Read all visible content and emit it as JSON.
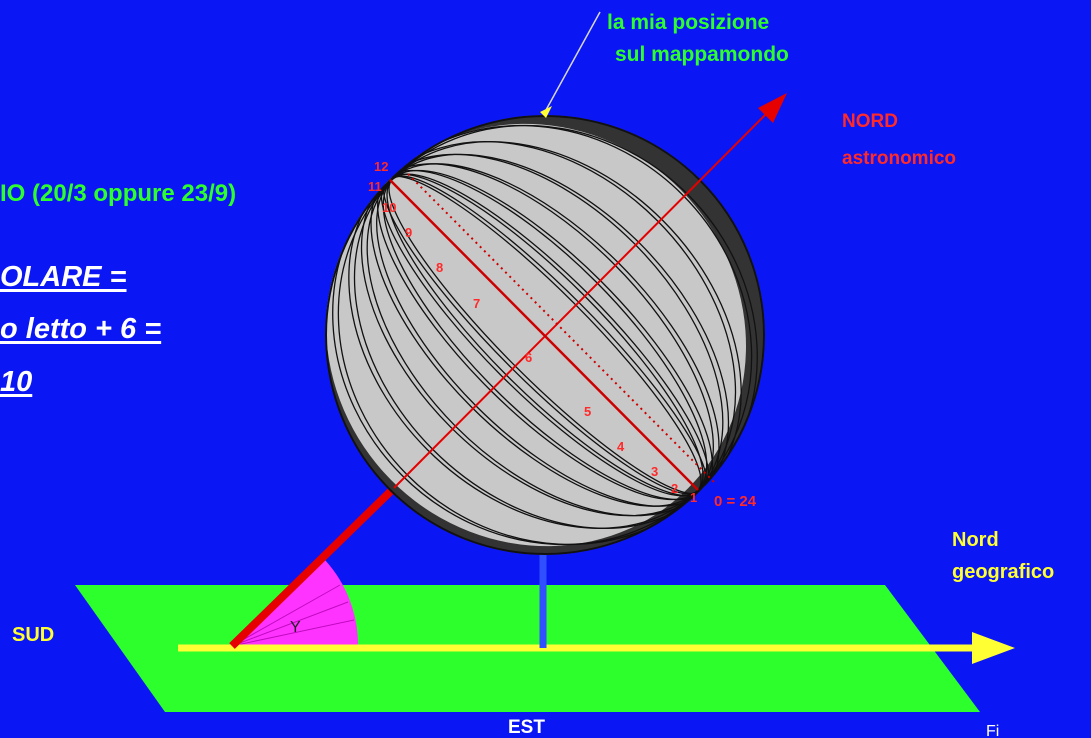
{
  "labels": {
    "my_position": [
      "la mia posizione",
      "sul mappamondo"
    ],
    "nord_astro": [
      "NORD",
      "astronomico"
    ],
    "date_text": "IO (20/3 oppure 23/9)",
    "formula": [
      "OLARE =",
      "o letto + 6 =",
      "10"
    ],
    "nord_geo": [
      "Nord",
      "geografico"
    ],
    "sud": "SUD",
    "est": "EST",
    "zero": "0 = 24",
    "angle_symbol": "Y",
    "corner_fragment": "Fi"
  },
  "hour_marks": [
    "1",
    "2",
    "3",
    "4",
    "5",
    "6",
    "7",
    "8",
    "9",
    "10",
    "11",
    "12"
  ],
  "colors": {
    "background": "#0b16f4",
    "plane": "#2dff2d",
    "axis": "#e60000",
    "ground_line": "#ffff33",
    "angle_sector": "#ff33ff",
    "globe_light": "#c8c8c8",
    "globe_dark": "#333333",
    "text_green": "#2dff2d",
    "text_yellow": "#ffff33",
    "text_red": "#ff2a2a"
  }
}
